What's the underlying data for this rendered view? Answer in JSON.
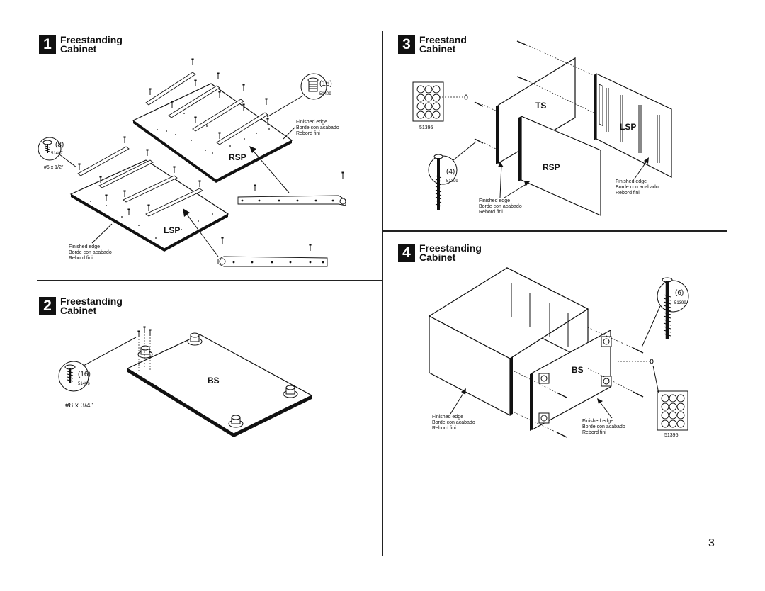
{
  "steps": [
    {
      "number": "1",
      "title_line1": "Freestanding",
      "title_line2": "Cabinet"
    },
    {
      "number": "2",
      "title_line1": "Freestanding",
      "title_line2": "Cabinet"
    },
    {
      "number": "3",
      "title_line1": "Freestand",
      "title_line2": "Cabinet"
    },
    {
      "number": "4",
      "title_line1": "Freestanding",
      "title_line2": "Cabinet"
    }
  ],
  "finished_edge": {
    "en": "Finished edge",
    "es": "Borde con acabado",
    "fr": "Rebord fini"
  },
  "step1": {
    "screw_big": {
      "qty": "(16)",
      "code": "51409"
    },
    "screw_small": {
      "qty": "(8)",
      "code": "51487",
      "size": "#6 x 1/2\""
    },
    "panel_right": "RSP",
    "panel_left": "LSP"
  },
  "step2": {
    "screw": {
      "qty": "(16)",
      "code": "51486",
      "size": "#8 x 3/4\""
    },
    "panel": "BS"
  },
  "step3": {
    "cap_sheet_code": "51395",
    "screw": {
      "qty": "(4)",
      "code": "51399"
    },
    "panel_top": "TS",
    "panel_right": "RSP",
    "panel_left": "LSP"
  },
  "step4": {
    "screw": {
      "qty": "(6)",
      "code": "51399"
    },
    "panel": "BS",
    "cap_sheet_code": "51395"
  },
  "page_number": "3"
}
